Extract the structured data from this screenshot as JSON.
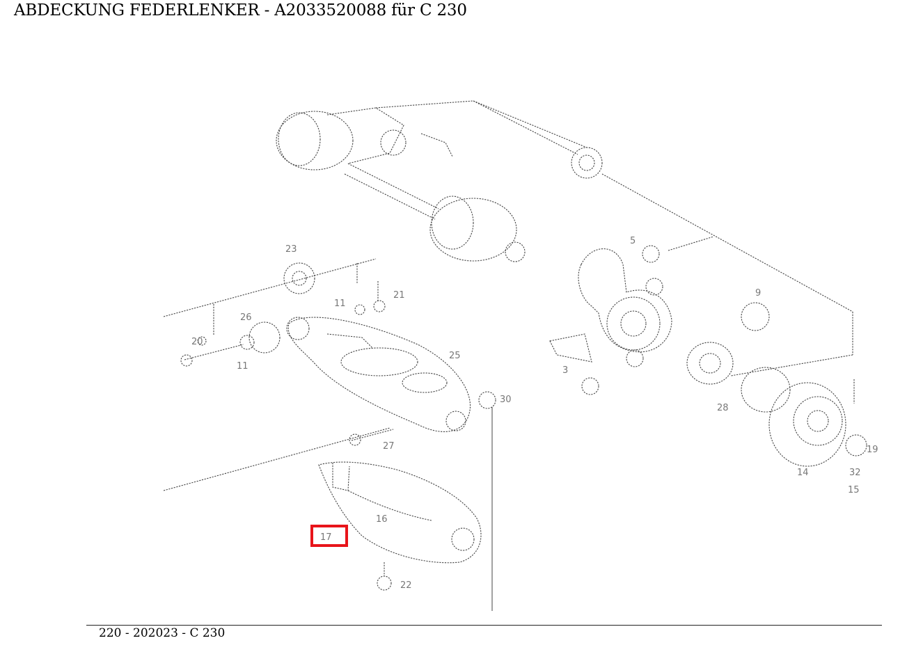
{
  "title": "ABDECKUNG FEDERLENKER - A2033520088 für C 230",
  "footer": "220 - 202023 - C 230",
  "highlight_color": "#e8141a",
  "callouts": {
    "c23a": "23",
    "c26": "26",
    "c11": "11",
    "c21a": "21",
    "c11b": "11",
    "c20": "20",
    "c25": "25",
    "c30": "30",
    "c27": "27",
    "c16": "16",
    "c22": "22",
    "c9": "9",
    "c5": "5",
    "c3": "3",
    "c28": "28",
    "c14": "14",
    "c32": "32",
    "c15": "15",
    "c19": "19",
    "c17": "17"
  }
}
